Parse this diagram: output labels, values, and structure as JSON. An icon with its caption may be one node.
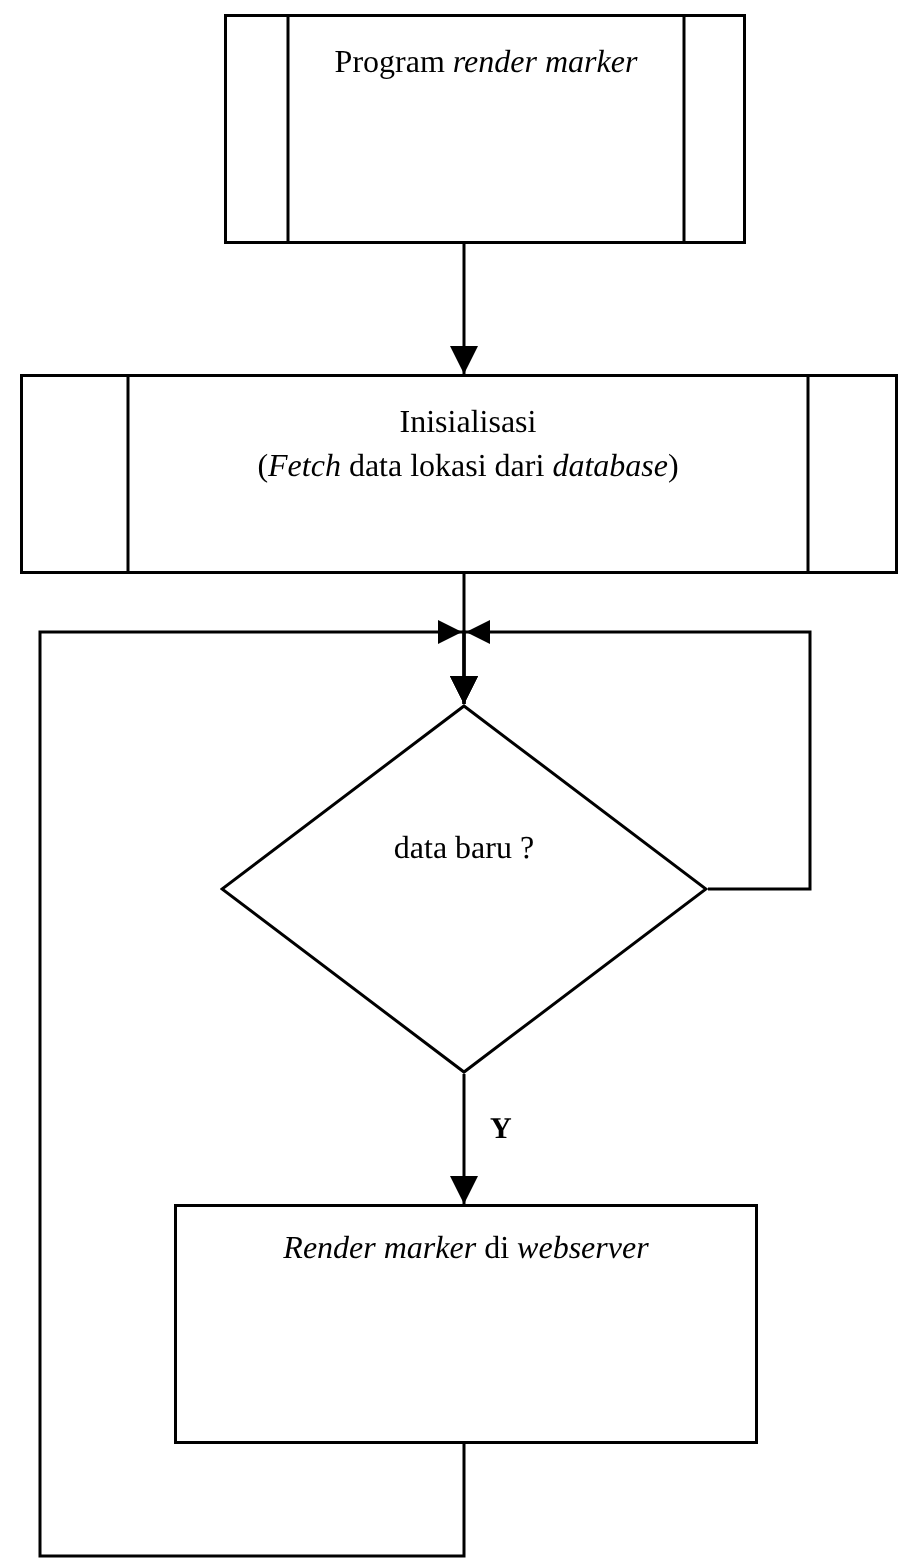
{
  "diagram": {
    "nodes": [
      {
        "text": [
          "Program *render marker*"
        ]
      },
      {
        "text": [
          "Inisialisasi",
          "(*Fetch* data lokasi dari *database*)"
        ]
      },
      {
        "text": [
          "data baru ?"
        ]
      },
      {
        "text": [
          "*Render marker* di *webserver*"
        ]
      }
    ],
    "edges": [
      {
        "from": 0,
        "to": 1,
        "arrow": "to"
      },
      {
        "from": 1,
        "to": 2,
        "arrow": "to"
      },
      {
        "from": 2,
        "to": 2,
        "arrow": "to"
      },
      {
        "from": 2,
        "to": 3,
        "arrow": "to",
        "label": "Y"
      },
      {
        "from": 3,
        "to": 2,
        "arrow": "to"
      }
    ]
  }
}
